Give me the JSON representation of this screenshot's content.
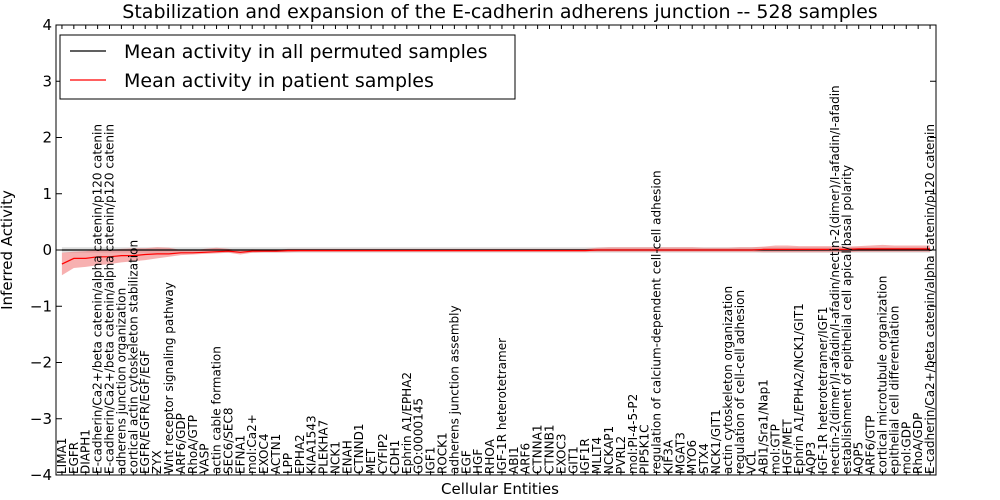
{
  "chart_data": {
    "type": "line",
    "title": "Stabilization and expansion of the E-cadherin adherens junction -- 528 samples",
    "xlabel": "Cellular Entities",
    "ylabel": "Inferred Activity",
    "ylim": [
      -4,
      4
    ],
    "yticks": [
      -4,
      -3,
      -2,
      -1,
      0,
      1,
      2,
      3,
      4
    ],
    "grid": false,
    "legend_position": "top-left",
    "categories": [
      "LIMA1",
      "EGFR",
      "DIAPH1",
      "E-cadherin/Ca2+/beta catenin/alpha catenin/p120 catenin",
      "E-cadherin/Ca2+/beta catenin/alpha catenin/p120 catenin",
      "adherens junction organization",
      "cortical actin cytoskeleton stabilization",
      "EGFR/EGFR/EGF/EGF",
      "ZYX",
      "Wnt receptor signaling pathway",
      "ARF6/GDP",
      "RhoA/GTP",
      "VASP",
      "actin cable formation",
      "SEC6/SEC8",
      "EFNA1",
      "mol:Ca2+",
      "EXOC4",
      "ACTN1",
      "LPP",
      "EPHA2",
      "KIAA1543",
      "PLEKHA7",
      "NCK1",
      "ENAH",
      "CTNND1",
      "MET",
      "CYFIP2",
      "CDH1",
      "Ephrin A1/EPHA2",
      "GO:0000145",
      "IGF1",
      "ROCK1",
      "adherens junction assembly",
      "EGF",
      "HGF",
      "RHOA",
      "IGF-1R heterotetramer",
      "ABI1",
      "ARF6",
      "CTNNA1",
      "CTNNB1",
      "EXOC3",
      "GIT1",
      "IGF1R",
      "MLLT4",
      "NCKAP1",
      "PVRL2",
      "mol:PI-4-5-P2",
      "PIP5K1C",
      "regulation of calcium-dependent cell-cell adhesion",
      "KIF3A",
      "MGAT3",
      "MYO6",
      "STX4",
      "NCK1/GIT1",
      "actin cytoskeleton organization",
      "regulation of cell-cell adhesion",
      "VCL",
      "ABI1/Sra1/Nap1",
      "mol:GTP",
      "HGF/MET",
      "Ephrin A1/EPHA2/NCK1/GIT1",
      "AQP3",
      "IGF-1R heterotetramer/IGF1",
      "nectin-2(dimer)/I-afadin/I-afadin/nectin-2(dimer)/I-afadin/I-afadin",
      "establishment of epithelial cell apical/basal polarity",
      "AQP5",
      "ARF6/GTP",
      "cortical microtubule organization",
      "epithelial cell differentiation",
      "mol:GDP",
      "RhoA/GDP",
      "E-cadherin/Ca2+/beta catenin/alpha catenin/p120 catenin"
    ],
    "series": [
      {
        "name": "Mean activity in all permuted samples",
        "color": "#000000",
        "values": [
          0,
          0,
          0,
          0,
          0,
          0,
          0,
          0,
          0,
          0,
          0,
          0,
          0,
          0,
          0,
          0,
          0,
          0,
          0,
          0,
          0,
          0,
          0,
          0,
          0,
          0,
          0,
          0,
          0,
          0,
          0,
          0,
          0,
          0,
          0,
          0,
          0,
          0,
          0,
          0,
          0,
          0,
          0,
          0,
          0,
          0,
          0,
          0,
          0,
          0,
          0,
          0,
          0,
          0,
          0,
          0,
          0,
          0,
          0,
          0,
          0,
          0,
          0,
          0,
          0,
          0,
          0,
          0,
          0,
          0,
          0,
          0,
          0,
          0
        ],
        "band_lower": [
          -0.05,
          -0.05,
          -0.05,
          -0.05,
          -0.05,
          -0.05,
          -0.05,
          -0.05,
          -0.05,
          -0.05,
          -0.05,
          -0.05,
          -0.05,
          -0.05,
          -0.05,
          -0.05,
          -0.05,
          -0.05,
          -0.05,
          -0.05,
          -0.05,
          -0.05,
          -0.05,
          -0.05,
          -0.05,
          -0.05,
          -0.05,
          -0.05,
          -0.05,
          -0.05,
          -0.05,
          -0.05,
          -0.05,
          -0.05,
          -0.05,
          -0.05,
          -0.05,
          -0.05,
          -0.05,
          -0.05,
          -0.05,
          -0.05,
          -0.05,
          -0.05,
          -0.05,
          -0.05,
          -0.05,
          -0.05,
          -0.05,
          -0.05,
          -0.05,
          -0.05,
          -0.05,
          -0.05,
          -0.05,
          -0.05,
          -0.05,
          -0.05,
          -0.05,
          -0.05,
          -0.05,
          -0.05,
          -0.05,
          -0.05,
          -0.05,
          -0.05,
          -0.05,
          -0.05,
          -0.05,
          -0.05,
          -0.05,
          -0.05,
          -0.05,
          -0.05
        ],
        "band_upper": [
          0.05,
          0.05,
          0.05,
          0.05,
          0.05,
          0.05,
          0.05,
          0.05,
          0.05,
          0.05,
          0.05,
          0.05,
          0.05,
          0.05,
          0.05,
          0.05,
          0.05,
          0.05,
          0.05,
          0.05,
          0.05,
          0.05,
          0.05,
          0.05,
          0.05,
          0.05,
          0.05,
          0.05,
          0.05,
          0.05,
          0.05,
          0.05,
          0.05,
          0.05,
          0.05,
          0.05,
          0.05,
          0.05,
          0.05,
          0.05,
          0.05,
          0.05,
          0.05,
          0.05,
          0.05,
          0.05,
          0.05,
          0.05,
          0.05,
          0.05,
          0.05,
          0.05,
          0.05,
          0.05,
          0.05,
          0.05,
          0.05,
          0.05,
          0.05,
          0.05,
          0.05,
          0.05,
          0.05,
          0.05,
          0.05,
          0.05,
          0.05,
          0.05,
          0.05,
          0.05,
          0.05,
          0.05,
          0.05,
          0.05
        ]
      },
      {
        "name": "Mean activity in patient samples",
        "color": "#ff0000",
        "values": [
          -0.25,
          -0.15,
          -0.15,
          -0.12,
          -0.12,
          -0.1,
          -0.1,
          -0.08,
          -0.07,
          -0.07,
          -0.05,
          -0.05,
          -0.04,
          -0.03,
          -0.02,
          -0.04,
          -0.02,
          -0.02,
          -0.02,
          -0.01,
          -0.01,
          -0.01,
          -0.01,
          -0.01,
          -0.01,
          -0.01,
          -0.01,
          -0.01,
          -0.01,
          -0.01,
          -0.01,
          -0.01,
          -0.01,
          -0.01,
          -0.01,
          -0.01,
          -0.01,
          -0.01,
          -0.01,
          -0.01,
          -0.01,
          -0.01,
          -0.01,
          -0.01,
          -0.01,
          0,
          0,
          0,
          0,
          0,
          0,
          0,
          0,
          0,
          0,
          0,
          0,
          0,
          0,
          0.01,
          0.01,
          0.01,
          0.01,
          0.01,
          0.01,
          0.01,
          0.01,
          0.02,
          0.02,
          0.02,
          0.02,
          0.02,
          0.02,
          0.02
        ],
        "band_lower": [
          -0.45,
          -0.32,
          -0.3,
          -0.27,
          -0.25,
          -0.22,
          -0.2,
          -0.18,
          -0.15,
          -0.12,
          -0.09,
          -0.08,
          -0.07,
          -0.06,
          -0.05,
          -0.08,
          -0.05,
          -0.04,
          -0.04,
          -0.04,
          -0.03,
          -0.03,
          -0.03,
          -0.03,
          -0.03,
          -0.03,
          -0.03,
          -0.03,
          -0.03,
          -0.03,
          -0.03,
          -0.03,
          -0.03,
          -0.03,
          -0.03,
          -0.03,
          -0.03,
          -0.03,
          -0.03,
          -0.03,
          -0.03,
          -0.03,
          -0.03,
          -0.03,
          -0.03,
          -0.03,
          -0.03,
          -0.03,
          -0.03,
          -0.03,
          -0.03,
          -0.03,
          -0.03,
          -0.03,
          -0.03,
          -0.03,
          -0.03,
          -0.03,
          -0.03,
          -0.04,
          -0.04,
          -0.04,
          -0.04,
          -0.04,
          -0.04,
          -0.04,
          -0.04,
          -0.03,
          -0.03,
          -0.03,
          -0.03,
          -0.03,
          -0.03,
          -0.03
        ],
        "band_upper": [
          -0.05,
          -0.03,
          -0.02,
          0.0,
          0.0,
          0.02,
          0.03,
          0.03,
          0.05,
          0.04,
          0.0,
          -0.01,
          0.02,
          0.04,
          0.02,
          -0.01,
          0.01,
          0.0,
          0.0,
          0.02,
          0.02,
          0.02,
          0.02,
          0.02,
          0.02,
          0.02,
          0.02,
          0.02,
          0.02,
          0.02,
          0.02,
          0.02,
          0.02,
          0.02,
          0.02,
          0.02,
          0.02,
          0.02,
          0.02,
          0.02,
          0.02,
          0.02,
          0.02,
          0.02,
          0.02,
          0.04,
          0.05,
          0.05,
          0.05,
          0.05,
          0.05,
          0.05,
          0.05,
          0.05,
          0.04,
          0.04,
          0.04,
          0.05,
          0.05,
          0.06,
          0.08,
          0.08,
          0.07,
          0.07,
          0.07,
          0.07,
          0.06,
          0.07,
          0.08,
          0.09,
          0.08,
          0.08,
          0.08,
          0.08
        ]
      }
    ]
  }
}
